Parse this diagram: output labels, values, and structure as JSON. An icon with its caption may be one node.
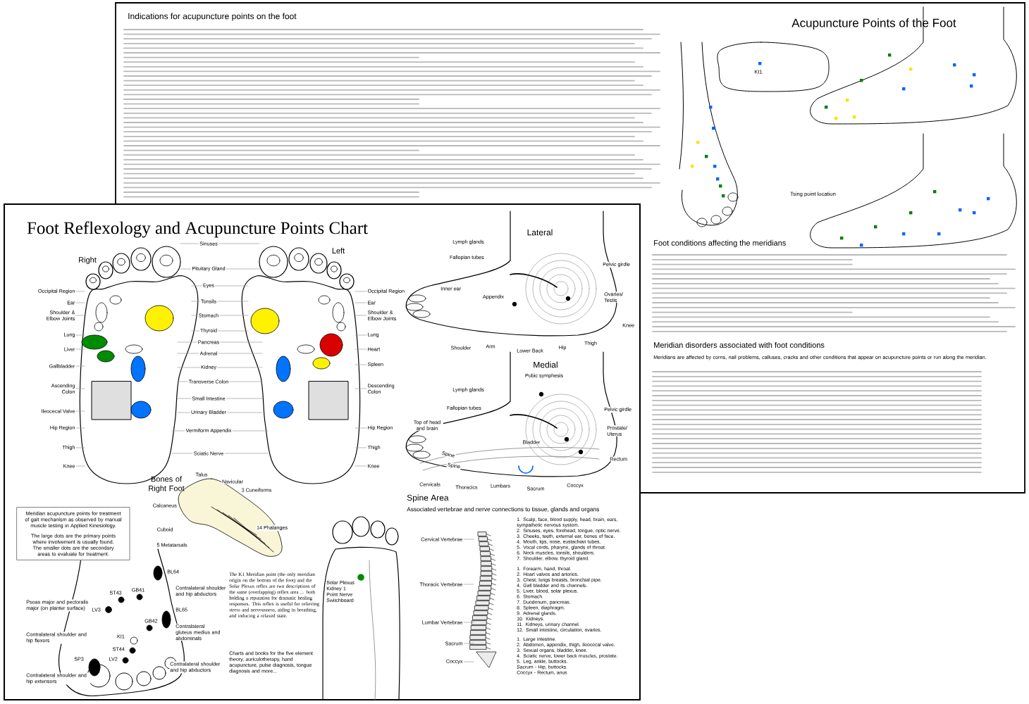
{
  "diagram": {
    "title": "Foot Reflexology and Acupuncture Points Chart",
    "nodes": [
      {
        "text": [
          "Meridian acupuncture points for treatment of gait mechanism as observed by manual muscle testing in Applied Kinesiology.",
          "The large dots are the primary points where involvement is usually found. The smaller dots are the secondary areas to evaluate for treatment."
        ]
      },
      {
        "text": [
          "Occipital Region"
        ]
      },
      {
        "text": [
          "Ear"
        ]
      },
      {
        "text": [
          "Shoulder & Elbow Joints"
        ]
      },
      {
        "text": [
          "Lung"
        ]
      },
      {
        "text": [
          "Liver"
        ]
      },
      {
        "text": [
          "Gallbladder"
        ]
      },
      {
        "text": [
          "Ascending Colon"
        ]
      },
      {
        "text": [
          "Ileocecal Valve"
        ]
      },
      {
        "text": [
          "Hip Region"
        ]
      },
      {
        "text": [
          "Thigh"
        ]
      },
      {
        "text": [
          "Knee"
        ]
      },
      {
        "text": [
          "Sinuses"
        ]
      },
      {
        "text": [
          "Pituitary Gland"
        ]
      },
      {
        "text": [
          "Eyes"
        ]
      },
      {
        "text": [
          "Tonsils"
        ]
      },
      {
        "text": [
          "Stomach"
        ]
      },
      {
        "text": [
          "Thyroid"
        ]
      },
      {
        "text": [
          "Pancreas"
        ]
      },
      {
        "text": [
          "Adrenal"
        ]
      },
      {
        "text": [
          "Kidney"
        ]
      },
      {
        "text": [
          "Transverse Colon"
        ]
      },
      {
        "text": [
          "Small Intestine"
        ]
      },
      {
        "text": [
          "Urinary Bladder"
        ]
      },
      {
        "text": [
          "Vermiform Appendix"
        ]
      },
      {
        "text": [
          "Sciatic Nerve"
        ]
      },
      {
        "text": [
          "Occipital Region"
        ]
      },
      {
        "text": [
          "Ear"
        ]
      },
      {
        "text": [
          "Shoulder & Elbow Joints"
        ]
      },
      {
        "text": [
          "Lung"
        ]
      },
      {
        "text": [
          "Heart"
        ]
      },
      {
        "text": [
          "Spleen"
        ]
      },
      {
        "text": [
          "Descending Colon"
        ]
      },
      {
        "text": [
          "Hip Region"
        ]
      },
      {
        "text": [
          "Thigh"
        ]
      },
      {
        "text": [
          "Knee"
        ]
      },
      {
        "text": [
          "Cervical Vertebrae"
        ]
      },
      {
        "text": [
          "Thoracic Vertebrae"
        ]
      },
      {
        "text": [
          "Lumbar Vertebrae"
        ]
      },
      {
        "text": [
          "Sacrum"
        ]
      },
      {
        "text": [
          "Coccyx"
        ]
      },
      {
        "text": [],
        "shape": "picture",
        "beside": [
          "Right"
        ]
      },
      {
        "text": [],
        "shape": "picture",
        "beside": [
          "Left"
        ]
      },
      {
        "text": [],
        "shape": "picture"
      }
    ],
    "edges": [
      {
        "from": 1,
        "to": 41,
        "arrow": "none"
      },
      {
        "from": 2,
        "to": 41,
        "arrow": "none"
      },
      {
        "from": 3,
        "to": 41,
        "arrow": "none"
      },
      {
        "from": 4,
        "to": 41,
        "arrow": "none"
      },
      {
        "from": 5,
        "to": 41,
        "arrow": "none"
      },
      {
        "from": 6,
        "to": 41,
        "arrow": "none"
      },
      {
        "from": 7,
        "to": 41,
        "arrow": "none"
      },
      {
        "from": 8,
        "to": 41,
        "arrow": "none"
      },
      {
        "from": 9,
        "to": 41,
        "arrow": "none"
      },
      {
        "from": 10,
        "to": 41,
        "arrow": "none"
      },
      {
        "from": 11,
        "to": 41,
        "arrow": "none"
      },
      {
        "from": 12,
        "to": 41,
        "arrow": "none"
      },
      {
        "from": 12,
        "to": 42,
        "arrow": "none"
      },
      {
        "from": 13,
        "to": 41,
        "arrow": "none"
      },
      {
        "from": 13,
        "to": 42,
        "arrow": "none"
      },
      {
        "from": 14,
        "to": 41,
        "arrow": "none"
      },
      {
        "from": 14,
        "to": 42,
        "arrow": "none"
      },
      {
        "from": 15,
        "to": 41,
        "arrow": "none"
      },
      {
        "from": 15,
        "to": 42,
        "arrow": "none"
      },
      {
        "from": 16,
        "to": 41,
        "arrow": "none"
      },
      {
        "from": 16,
        "to": 42,
        "arrow": "none"
      },
      {
        "from": 17,
        "to": 41,
        "arrow": "none"
      },
      {
        "from": 17,
        "to": 42,
        "arrow": "none"
      },
      {
        "from": 18,
        "to": 41,
        "arrow": "none"
      },
      {
        "from": 18,
        "to": 42,
        "arrow": "none"
      },
      {
        "from": 19,
        "to": 41,
        "arrow": "none"
      },
      {
        "from": 19,
        "to": 42,
        "arrow": "none"
      },
      {
        "from": 20,
        "to": 41,
        "arrow": "none"
      },
      {
        "from": 20,
        "to": 42,
        "arrow": "none"
      },
      {
        "from": 21,
        "to": 41,
        "arrow": "none"
      },
      {
        "from": 21,
        "to": 42,
        "arrow": "none"
      },
      {
        "from": 22,
        "to": 41,
        "arrow": "none"
      },
      {
        "from": 22,
        "to": 42,
        "arrow": "none"
      },
      {
        "from": 23,
        "to": 41,
        "arrow": "none"
      },
      {
        "from": 23,
        "to": 42,
        "arrow": "none"
      },
      {
        "from": 24,
        "to": 41,
        "arrow": "none"
      },
      {
        "from": 24,
        "to": 42,
        "arrow": "none"
      },
      {
        "from": 25,
        "to": 41,
        "arrow": "none"
      },
      {
        "from": 25,
        "to": 42,
        "arrow": "none"
      },
      {
        "from": 26,
        "to": 42,
        "arrow": "none"
      },
      {
        "from": 27,
        "to": 42,
        "arrow": "none"
      },
      {
        "from": 28,
        "to": 42,
        "arrow": "none"
      },
      {
        "from": 29,
        "to": 42,
        "arrow": "none"
      },
      {
        "from": 30,
        "to": 42,
        "arrow": "none"
      },
      {
        "from": 31,
        "to": 42,
        "arrow": "none"
      },
      {
        "from": 32,
        "to": 42,
        "arrow": "none"
      },
      {
        "from": 33,
        "to": 42,
        "arrow": "none"
      },
      {
        "from": 34,
        "to": 42,
        "arrow": "none"
      },
      {
        "from": 35,
        "to": 42,
        "arrow": "none"
      },
      {
        "from": 36,
        "to": 43,
        "arrow": "none"
      },
      {
        "from": 37,
        "to": 43,
        "arrow": "none"
      },
      {
        "from": 38,
        "to": 43,
        "arrow": "none"
      },
      {
        "from": 39,
        "to": 43,
        "arrow": "none"
      },
      {
        "from": 40,
        "to": 43,
        "arrow": "none"
      }
    ],
    "labels": [
      "Lateral",
      "Lymph glands",
      "Fallopian tubes",
      "Pelvic girdle",
      "Inner ear",
      "Appendix",
      "Ovaries/ Testis",
      "Knee",
      "Thigh",
      "Hip",
      "Lower Back",
      "Arm",
      "Shoulder",
      "Medial",
      "Pubic symphesis",
      "Lymph glands",
      "Fallopian tubes",
      "Pelvic girdle",
      "Top of head and brain",
      "Bladder",
      "Prostate/ Uterus",
      "Spine",
      "Spine",
      "Rectum",
      "Cervicals",
      "Thoracics",
      "Lumbars",
      "Sacrum",
      "Coccyx",
      "Spine Area",
      "Associated vertebrae and nerve connections to tissue, glands and organs",
      "1. Scalp, face, blood supply, head, brain, ears, sympathetic nervous system.",
      "2. Sinuses, eyes, forehead, tongue, optic nerve.",
      "3. Cheeks, teeth, external ear, bones of face.",
      "4. Mouth, lips, nose, eustachian tubes.",
      "5. Vocal cords, pharynx, glands of throat.",
      "6. Neck muscles, tonsils, shoulders.",
      "7. Shoulder, elbow, thyroid gland.",
      "1. Forearm, hand, throat.",
      "2. Heart valves and arteries.",
      "3. Chest, lungs breasts, bronchial pipe.",
      "4. Gall bladder and its channels.",
      "5. Liver, blood, solar plexus.",
      "6. Stomach.",
      "7. Duodenum, pancreas.",
      "8. Spleen, diaphragm.",
      "9. Adrenal glands.",
      "10. Kidneys.",
      "11. Kidneys, urinary channel.",
      "12. Small intestine, circulation, ovaries.",
      "1. Large intestine.",
      "2. Abdomen, appendix, thigh, ileocecal valve.",
      "3. Sexual organs, bladder, knee.",
      "4. Sciatic nerve, lower back muscles, prostate.",
      "5. Leg, ankle, buttocks.",
      "Sacrum - Hip, buttocks.",
      "Coccyx - Rectum, anus",
      "Bones of Right Foot",
      "Talus",
      "Navicular",
      "3 Cuneiforms",
      "Calcaneus",
      "Cuboid",
      "5 Metatarsals",
      "14 Phalanges",
      "BL64",
      "ST43",
      "GB41",
      "LV3",
      "BL65",
      "GB42",
      "KI1",
      "ST44",
      "LV2",
      "SP3",
      "Psoas major and pectoralis major (on planter surface)",
      "Contralateral shoulder and hip abductors",
      "Contralateral gluteus medius and abdominals",
      "Contralateral shoulder and hip flexors",
      "Contralateral shoulder and hip abductors",
      "Contralateral shoulder and hip extensors",
      "The K1 Meridian point (the only meridian origin on the bottom of the foot) and the Solar Plexus reflex are two descriptions of the same (overlapping) reflex area ... both holding a reputation for dramatic healing responses. This reflex is useful for relieving stress and nervousness, aiding in breathing, and inducing a relaxed state.",
      "Charts and books for the five element theory, auriculotherapy, hand acupuncture, pulse diagnosis, tongue diagnosis and more...",
      "Solar Plexus Kidney 1 Point Nerve Switchboard",
      "Indications for acupuncture points on the foot",
      "Acupuncture Points of the Foot",
      "Tsing point location",
      "KI1",
      "Foot conditions affecting the meridians",
      "Meridian disorders associated with foot conditions",
      "Meridians are affected by corns, nail problems, calluses, cracks and other conditions that appear on acupuncture points or run along the meridian."
    ]
  }
}
